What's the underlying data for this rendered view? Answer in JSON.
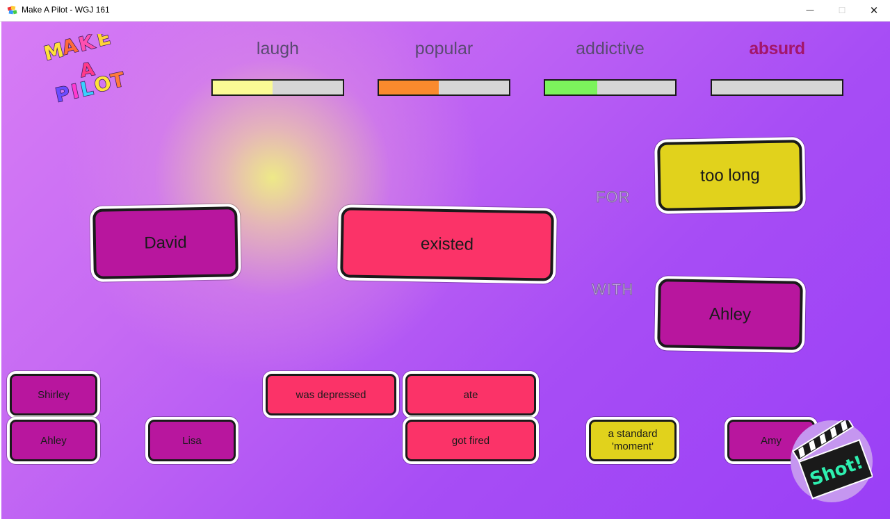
{
  "window": {
    "title": "Make A Pilot - WGJ 161",
    "min_glyph": "—",
    "max_glyph": "☐",
    "close_glyph": "✕"
  },
  "logo": {
    "text": "MAKE A PILOT"
  },
  "meters": [
    {
      "label": "laugh",
      "fill_pct": 46,
      "color": "#fbfb95",
      "active": false
    },
    {
      "label": "popular",
      "fill_pct": 46,
      "color": "#fa8a2d",
      "active": false
    },
    {
      "label": "addictive",
      "fill_pct": 40,
      "color": "#7cf35c",
      "active": false
    },
    {
      "label": "absurd",
      "fill_pct": 0,
      "color": "#a3166b",
      "active": true
    }
  ],
  "sentence": {
    "subject": "David",
    "verb": "existed",
    "for_label": "FOR",
    "for_value": "too long",
    "with_label": "WITH",
    "with_value": "Ahley"
  },
  "hand": {
    "shirley": "Shirley",
    "ahley": "Ahley",
    "lisa": "Lisa",
    "was_depressed": "was depressed",
    "ate": "ate",
    "got_fired": "got fired",
    "standard_moment_line1": "a standard",
    "standard_moment_line2": "'moment'",
    "amy": "Amy"
  },
  "shot_button": {
    "label": "Shot!"
  },
  "colors": {
    "name_card": "#b8169e",
    "verb_card": "#fb3368",
    "extra_card": "#e1d21c"
  }
}
